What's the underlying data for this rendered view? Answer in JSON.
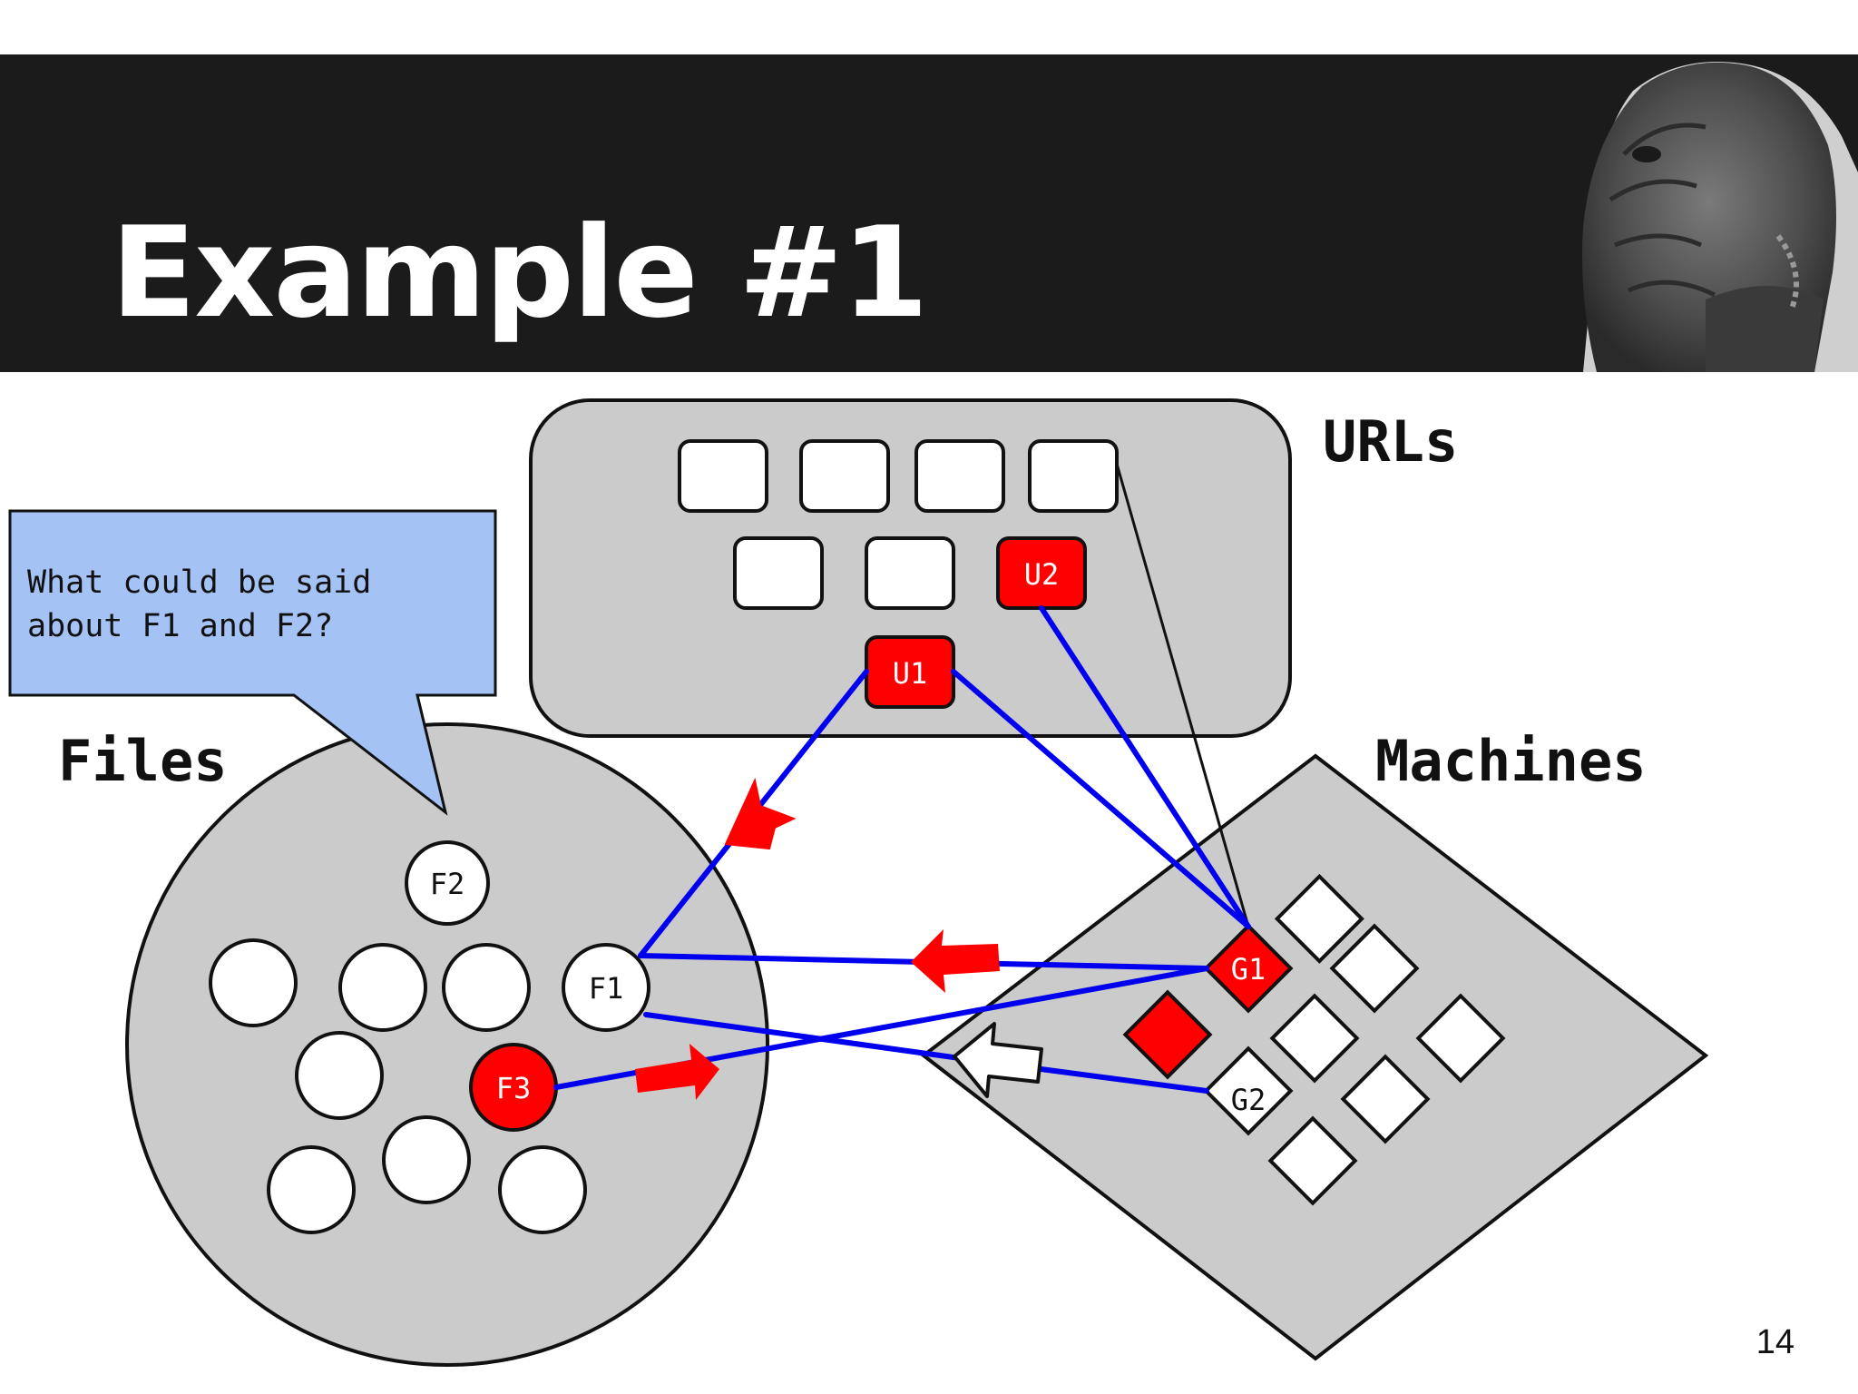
{
  "slide": {
    "title": "Example #1",
    "page_number": "14"
  },
  "groups": {
    "urls": "URLs",
    "files": "Files",
    "machines": "Machines"
  },
  "callout": {
    "line1": "What could be said",
    "line2": "about F1 and F2?"
  },
  "nodes": {
    "u1": "U1",
    "u2": "U2",
    "f1": "F1",
    "f2": "F2",
    "f3": "F3",
    "g1": "G1",
    "g2": "G2"
  },
  "colors": {
    "title_bar": "#1b1b1b",
    "panel_fill": "#cbcbcb",
    "highlight": "#ff0000",
    "edge": "#0000ee",
    "callout_fill": "#a4c2f4"
  },
  "icons": [
    "dog-photo"
  ]
}
